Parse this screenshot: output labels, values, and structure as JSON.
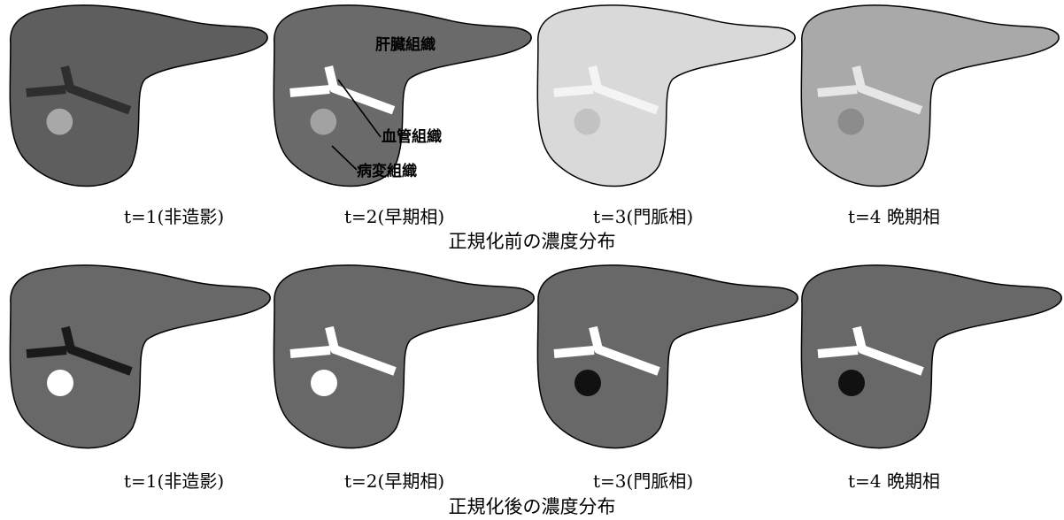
{
  "rows": [
    {
      "title": "正規化前の濃度分布",
      "captions": [
        "t=1(非造影)",
        "t=2(早期相)",
        "t=3(門脈相)",
        "t=4 晩期相"
      ]
    },
    {
      "title": "正規化後の濃度分布",
      "captions": [
        "t=1(非造影)",
        "t=2(早期相)",
        "t=3(門脈相)",
        "t=4 晩期相"
      ]
    }
  ],
  "annotations": {
    "liver_tissue": "肝臓組織",
    "vessel_tissue": "血管組織",
    "lesion_tissue": "病変組織"
  },
  "panels": {
    "before": [
      {
        "phase": "t=1",
        "liver": "#5e5e5e",
        "vessel": "#2e2e2e",
        "lesion": "#a8a8a8"
      },
      {
        "phase": "t=2",
        "liver": "#6a6a6a",
        "vessel": "#ffffff",
        "lesion": "#a2a2a2"
      },
      {
        "phase": "t=3",
        "liver": "#d9d9d9",
        "vessel": "#f4f4f4",
        "lesion": "#c2c2c2"
      },
      {
        "phase": "t=4",
        "liver": "#a9a9a9",
        "vessel": "#e6e6e6",
        "lesion": "#8c8c8c"
      }
    ],
    "after": [
      {
        "phase": "t=1",
        "liver": "#686868",
        "vessel": "#1a1a1a",
        "lesion": "#ffffff"
      },
      {
        "phase": "t=2",
        "liver": "#686868",
        "vessel": "#ffffff",
        "lesion": "#ffffff"
      },
      {
        "phase": "t=3",
        "liver": "#686868",
        "vessel": "#ffffff",
        "lesion": "#111111"
      },
      {
        "phase": "t=4",
        "liver": "#686868",
        "vessel": "#ffffff",
        "lesion": "#111111"
      }
    ]
  }
}
